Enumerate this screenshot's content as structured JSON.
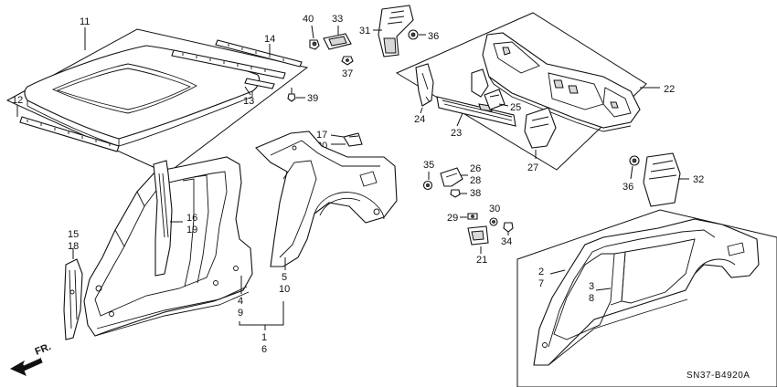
{
  "diagram": {
    "callouts": {
      "c11": "11",
      "c14": "14",
      "c12": "12",
      "c13": "13",
      "c40": "40",
      "c33": "33",
      "c37": "37",
      "c39": "39",
      "c31": "31",
      "c36a": "36",
      "c22": "22",
      "c24": "24",
      "c23": "23",
      "c25": "25",
      "c27": "27",
      "c17": "17",
      "c20": "20",
      "c16": "16",
      "c19": "19",
      "c15": "15",
      "c18": "18",
      "c4": "4",
      "c9": "9",
      "c1": "1",
      "c6": "6",
      "c5": "5",
      "c10": "10",
      "c35": "35",
      "c26": "26",
      "c28": "28",
      "c38": "38",
      "c29": "29",
      "c30": "30",
      "c34": "34",
      "c21": "21",
      "c36b": "36",
      "c32": "32",
      "c2": "2",
      "c7": "7",
      "c3": "3",
      "c8": "8"
    },
    "front_marker": "FR.",
    "diagram_code": "SN37-B4920A"
  },
  "colors": {
    "ink": "#111111",
    "background": "#ffffff",
    "shade": "#d8d8d8"
  },
  "icons": {
    "front": "front-arrow-icon"
  }
}
